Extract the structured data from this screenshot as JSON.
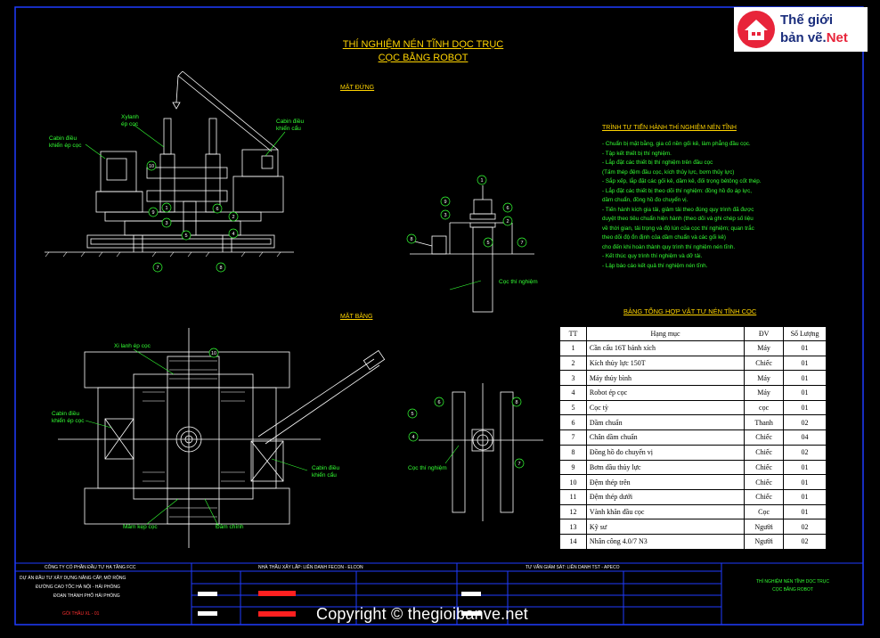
{
  "title": {
    "line1": "THÍ NGHIỆM NÉN TĨNH DỌC TRỤC",
    "line2": "CỌC BẰNG ROBOT"
  },
  "views": {
    "elevation": "MẶT ĐỨNG",
    "plan": "MẶT BẰNG"
  },
  "elevation_callouts": {
    "cylinder": "Xylanh\nép cọc",
    "cabin_press": "Cabin điều\nkhiển ép cọc",
    "cabin_crane": "Cabin điều\nkhiển cẩu"
  },
  "pile_label_top": "Cọc thí nghiệm",
  "plan_callouts": {
    "cylinder": "Xi lanh ép cọc",
    "cabin_press": "Cabin điều\nkhiển ép cọc",
    "cabin_crane": "Cabin điều\nkhiển cẩu",
    "clamp": "Mâm kẹp cọc",
    "ballast": "Đầm chính"
  },
  "pile_label_bottom": "Cọc thí nghiệm",
  "numbers": [
    "1",
    "2",
    "3",
    "4",
    "5",
    "6",
    "7",
    "8",
    "9",
    "10"
  ],
  "procedure": {
    "title": "TRÌNH TỰ TIẾN HÀNH THÍ NGHIỆM NÉN TĨNH",
    "steps": [
      "- Chuẩn bị mặt bằng, gia cố nền gối kê, làm phẳng đầu cọc.",
      "- Tập kết thiết bị thí nghiệm.",
      "- Lắp đặt các thiết bị thí nghiệm trên đầu cọc",
      "  (Tấm thép đệm đầu cọc, kích thủy lực, bơm thủy lực)",
      "- Sắp xếp, lắp đặt các gối kê, dầm kê, đối trọng bêtông cốt thép.",
      "- Lắp đặt các thiết bị theo dõi thí nghiệm: đồng hồ đo áp lực,",
      "  dầm chuẩn, đồng hồ đo chuyển vị.",
      "- Tiến hành kích gia tải, giảm tải theo đúng quy trình đã được",
      "  duyệt theo tiêu chuẩn hiện hành (theo dõi và ghi chép số liệu",
      "  về thời gian, tải trọng và độ lún của cọc thí nghiệm; quan trắc",
      "  theo dõi độ ổn định của dầm chuẩn và các gối kê)",
      "  cho đến khi hoàn thành quy trình thí nghiệm nén tĩnh.",
      "- Kết thúc quy trình thí nghiệm và dỡ tải.",
      "- Lập báo cáo kết quả thí nghiệm nén tĩnh."
    ]
  },
  "materials": {
    "title": "BẢNG TỔNG HỢP VẬT TƯ NÉN TĨNH CỌC",
    "headers": [
      "TT",
      "Hạng mục",
      "ĐV",
      "Số Lượng"
    ],
    "rows": [
      [
        "1",
        "Cần cẩu 16T bánh xích",
        "Máy",
        "01"
      ],
      [
        "2",
        "Kích thủy lực 150T",
        "Chiếc",
        "01"
      ],
      [
        "3",
        "Máy thủy bình",
        "Máy",
        "01"
      ],
      [
        "4",
        "Robot ép cọc",
        "Máy",
        "01"
      ],
      [
        "5",
        "Cọc tỳ",
        "cọc",
        "01"
      ],
      [
        "6",
        "Dầm chuẩn",
        "Thanh",
        "02"
      ],
      [
        "7",
        "Chân dầm chuẩn",
        "Chiếc",
        "04"
      ],
      [
        "8",
        "Đồng hồ đo chuyển vị",
        "Chiếc",
        "02"
      ],
      [
        "9",
        "Bơm dầu thủy lực",
        "Chiếc",
        "01"
      ],
      [
        "10",
        "Đệm thép trên",
        "Chiếc",
        "01"
      ],
      [
        "11",
        "Đệm thép dưới",
        "Chiếc",
        "01"
      ],
      [
        "12",
        "Vành khăn đầu cọc",
        "Cọc",
        "01"
      ],
      [
        "13",
        "Kỹ sư",
        "Người",
        "02"
      ],
      [
        "14",
        "Nhân công 4.0/7 N3",
        "Người",
        "02"
      ]
    ]
  },
  "title_block": {
    "owner": "CÔNG TY CỔ PHẦN ĐẦU TƯ HẠ TẦNG FCC",
    "contractor": "NHÀ THẦU XÂY LẮP: LIÊN DANH FECON - ELCON",
    "consultant": "TƯ VẤN GIÁM SÁT: LIÊN DANH TST - APECO",
    "project_lines": [
      "DỰ ÁN ĐẦU TƯ XÂY DỰNG NÂNG CẤP, MỞ RỘNG",
      "ĐƯỜNG CAO TỐC HÀ NỘI - HẢI PHÒNG",
      "ĐOẠN THÀNH PHỐ HẢI PHÒNG"
    ],
    "package": "GÓI THẦU XL - 01",
    "drawing_name_1": "THÍ NGHIỆM NÉN TĨNH DỌC TRỤC",
    "drawing_name_2": "CỌC BẰNG ROBOT"
  },
  "logo": {
    "line1": "Thế giới",
    "line2a": "bản vẽ.",
    "line2b": "Net"
  },
  "copyright": "Copyright © thegioibanve.net",
  "colors": {
    "background": "#000000",
    "drawing": "#ffffff",
    "title_text": "#ffd400",
    "note_text": "#33ff33",
    "frame": "#1f3cff",
    "logo_red": "#e8243a",
    "logo_blue": "#1a2d7c"
  }
}
